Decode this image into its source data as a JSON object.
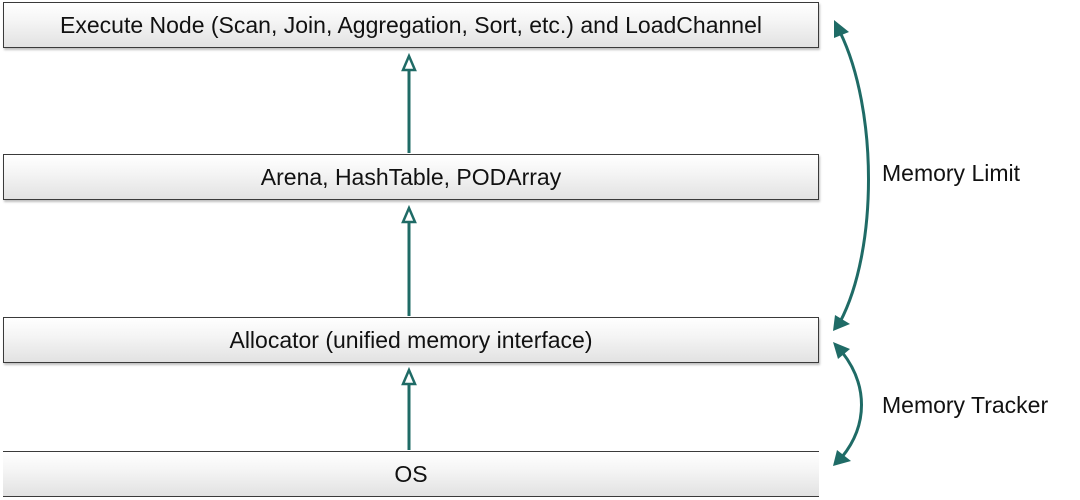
{
  "layers": {
    "execute": "Execute Node (Scan, Join, Aggregation, Sort, etc.) and LoadChannel",
    "arena": "Arena, HashTable, PODArray",
    "allocator": "Allocator (unified memory interface)",
    "os": "OS"
  },
  "annotations": {
    "memory_limit": "Memory Limit",
    "memory_tracker": "Memory Tracker"
  },
  "colors": {
    "arrow": "#1f6b66",
    "box_border": "#3a3a3a"
  }
}
